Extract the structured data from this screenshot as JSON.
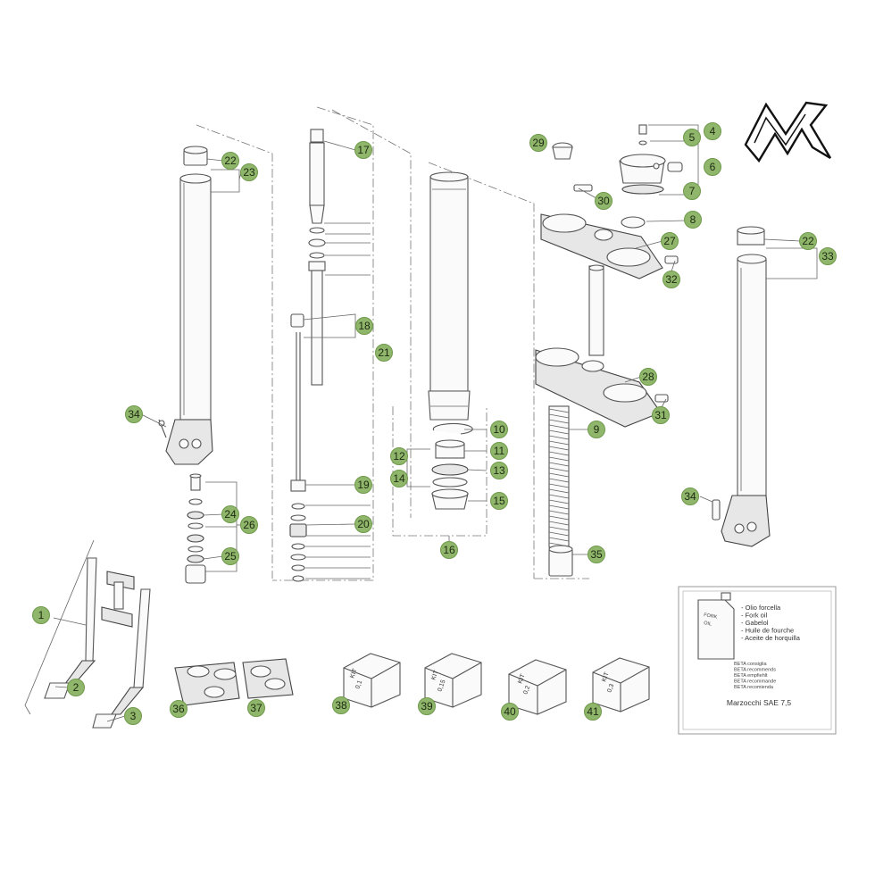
{
  "callouts": [
    {
      "id": "c1",
      "label": "1"
    },
    {
      "id": "c2",
      "label": "2"
    },
    {
      "id": "c3",
      "label": "3"
    },
    {
      "id": "c4",
      "label": "4"
    },
    {
      "id": "c5",
      "label": "5"
    },
    {
      "id": "c6",
      "label": "6"
    },
    {
      "id": "c7",
      "label": "7"
    },
    {
      "id": "c8",
      "label": "8"
    },
    {
      "id": "c9",
      "label": "9"
    },
    {
      "id": "c10",
      "label": "10"
    },
    {
      "id": "c11",
      "label": "11"
    },
    {
      "id": "c12",
      "label": "12"
    },
    {
      "id": "c13",
      "label": "13"
    },
    {
      "id": "c14",
      "label": "14"
    },
    {
      "id": "c15",
      "label": "15"
    },
    {
      "id": "c16",
      "label": "16"
    },
    {
      "id": "c17",
      "label": "17"
    },
    {
      "id": "c18",
      "label": "18"
    },
    {
      "id": "c19",
      "label": "19"
    },
    {
      "id": "c20",
      "label": "20"
    },
    {
      "id": "c21",
      "label": "21"
    },
    {
      "id": "c22a",
      "label": "22"
    },
    {
      "id": "c22b",
      "label": "22"
    },
    {
      "id": "c23",
      "label": "23"
    },
    {
      "id": "c24",
      "label": "24"
    },
    {
      "id": "c25",
      "label": "25"
    },
    {
      "id": "c26",
      "label": "26"
    },
    {
      "id": "c27",
      "label": "27"
    },
    {
      "id": "c28",
      "label": "28"
    },
    {
      "id": "c29",
      "label": "29"
    },
    {
      "id": "c30",
      "label": "30"
    },
    {
      "id": "c31",
      "label": "31"
    },
    {
      "id": "c32",
      "label": "32"
    },
    {
      "id": "c33",
      "label": "33"
    },
    {
      "id": "c34a",
      "label": "34"
    },
    {
      "id": "c34b",
      "label": "34"
    },
    {
      "id": "c35",
      "label": "35"
    },
    {
      "id": "c36",
      "label": "36"
    },
    {
      "id": "c37",
      "label": "37"
    },
    {
      "id": "c38",
      "label": "38"
    },
    {
      "id": "c39",
      "label": "39"
    },
    {
      "id": "c40",
      "label": "40"
    },
    {
      "id": "c41",
      "label": "41"
    }
  ],
  "kits": [
    {
      "line1": "KIT",
      "line2": "0,1"
    },
    {
      "line1": "KIT",
      "line2": "0,15"
    },
    {
      "line1": "KIT",
      "line2": "0,2"
    },
    {
      "line1": "KIT",
      "line2": "0,3"
    }
  ],
  "oil_box": {
    "bottle_label_1": "FORK",
    "bottle_label_2": "OIL",
    "names": [
      "- Olio forcella",
      "- Fork oil",
      "- Gabelol",
      "- Huile de fourche",
      "- Aceite de horquilla"
    ],
    "recommends": [
      "BETA consiglia",
      "BETA recommends",
      "BETA empfiehlt",
      "BETA recommande",
      "BETA recomienda"
    ],
    "product": "Marzocchi SAE 7,5"
  },
  "colors": {
    "callout_fill": "#8fb66a",
    "line": "#555555"
  }
}
